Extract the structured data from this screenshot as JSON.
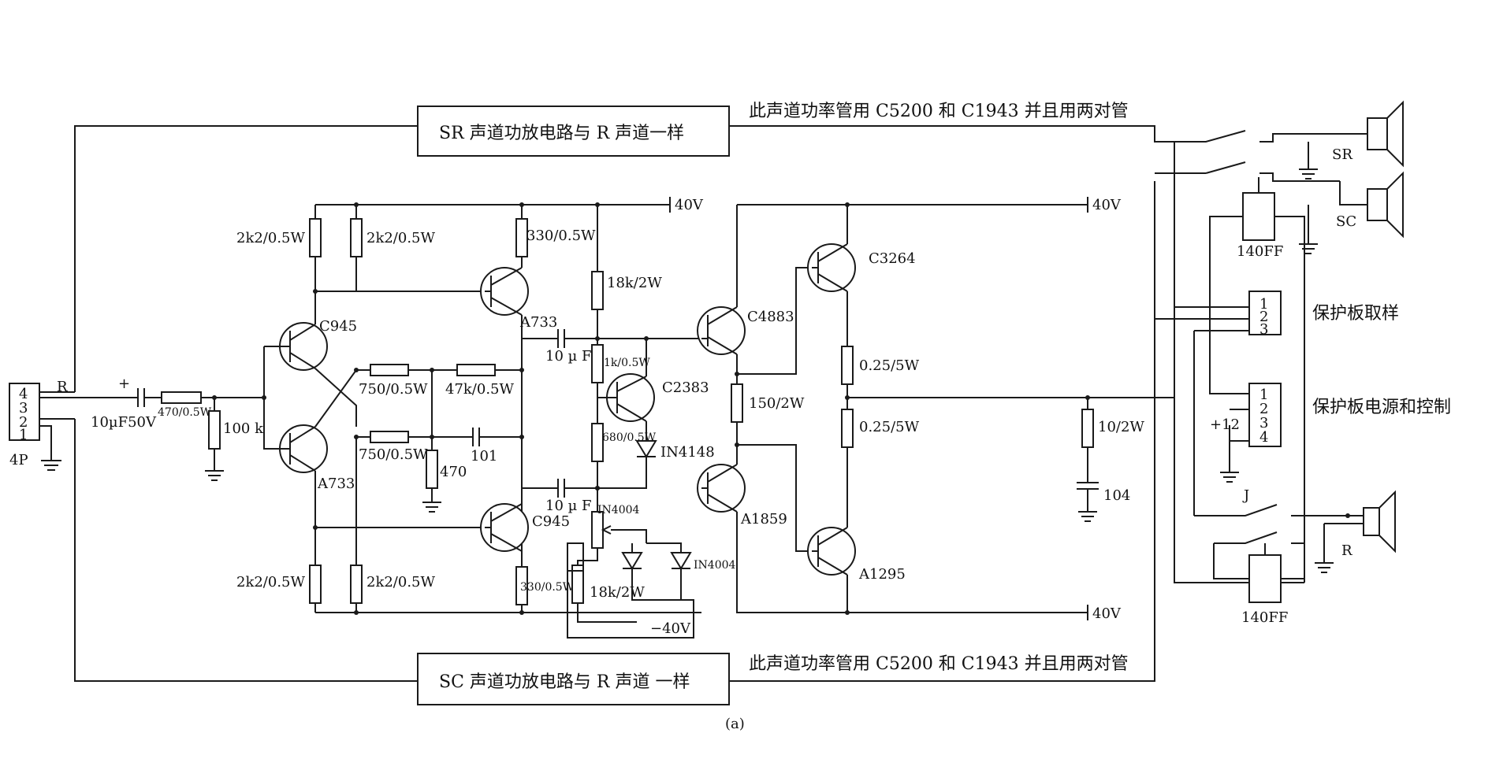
{
  "caption": "(a)",
  "top_box": {
    "label": "SR 声道功放电路与 R 声道一样",
    "note": "此声道功率管用 C5200 和 C1943 并且用两对管"
  },
  "bottom_box": {
    "label": "SC 声道功放电路与 R 声道 一样",
    "note": "此声道功率管用 C5200 和 C1943 并且用两对管"
  },
  "connector": {
    "pins": [
      "4",
      "3",
      "2",
      "1"
    ],
    "name": "4P",
    "channel": "R"
  },
  "labels": {
    "cap_in": "10µF50V",
    "r_in": "470/0.5W",
    "r_100k": "100 k",
    "r_2k2_a": "2k2/0.5W",
    "r_2k2_b": "2k2/0.5W",
    "r_2k2_c": "2k2/0.5W",
    "r_2k2_d": "2k2/0.5W",
    "q_c945_a": "C945",
    "q_a733_a": "A733",
    "q_a733_b": "A733",
    "q_c945_b": "C945",
    "r_750_a": "750/0.5W",
    "r_47k": "47k/0.5W",
    "r_750_b": "750/0.5W",
    "r_470": "470",
    "c_101": "101",
    "r_330_a": "330/0.5W",
    "r_330_b": "330/0.5W",
    "r_18k_a": "18k/2W",
    "r_18k_b": "18k/2W",
    "c_10u_a": "10 µ F",
    "c_10u_b": "10 µ F",
    "r_1k": "1k/0.5W",
    "r_680": "680/0.5W",
    "q_c2383": "C2383",
    "d_1n4148": "IN4148",
    "d_1n4004_a": "IN4004",
    "d_1n4004_b": "IN4004",
    "v_neg_small": "−40V",
    "q_c4883": "C4883",
    "q_a1859": "A1859",
    "q_c3264": "C3264",
    "q_a1295": "A1295",
    "r_150": "150/2W",
    "r_025_a": "0.25/5W",
    "r_025_b": "0.25/5W",
    "r_10": "10/2W",
    "c_104": "104",
    "v_pos_a": "40V",
    "v_pos_b": "40V",
    "v_neg_b": "40V",
    "relay_a": "140FF",
    "relay_b": "140FF",
    "spk_sr": "SR",
    "spk_sc": "SC",
    "spk_r": "R",
    "switch_j": "J",
    "plus12": "+12",
    "prot_sample": "保护板取样",
    "prot_power": "保护板电源和控制",
    "pins_a": [
      "1",
      "2",
      "3"
    ],
    "pins_b": [
      "1",
      "2",
      "3",
      "4"
    ]
  }
}
